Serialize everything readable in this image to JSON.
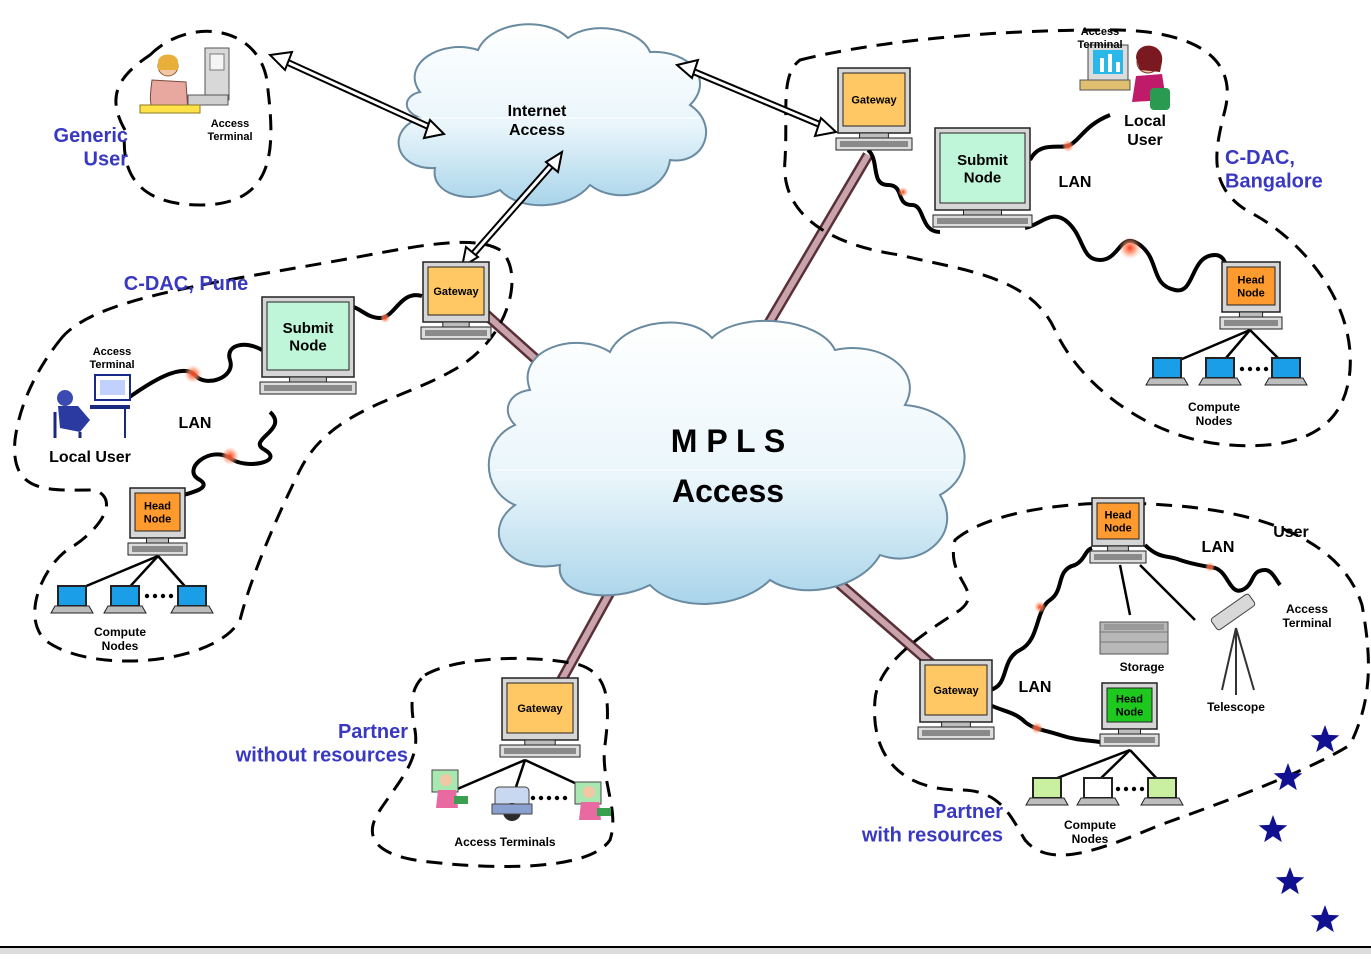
{
  "clouds": {
    "internet": "Internet\nAccess",
    "mpls_line1": "M P L S",
    "mpls_line2": "Access"
  },
  "sites": {
    "generic": {
      "title": "Generic\nUser",
      "terminal": "Access\nTerminal"
    },
    "pune": {
      "title": "C-DAC, Pune",
      "gateway": "Gateway",
      "submit": "Submit\nNode",
      "terminal": "Access\nTerminal",
      "lan": "LAN",
      "local_user": "Local User",
      "head": "Head\nNode",
      "compute": "Compute\nNodes"
    },
    "bangalore": {
      "title": "C-DAC,\nBangalore",
      "gateway": "Gateway",
      "submit": "Submit\nNode",
      "terminal": "Access\nTerminal",
      "local_user": "Local\nUser",
      "lan": "LAN",
      "head": "Head\nNode",
      "compute": "Compute\nNodes"
    },
    "partner_without": {
      "title": "Partner\nwithout resources",
      "gateway": "Gateway",
      "terminals": "Access Terminals"
    },
    "partner_with": {
      "title": "Partner\nwith resources",
      "gateway": "Gateway",
      "head_top": "Head\nNode",
      "lan_top": "LAN",
      "user": "User",
      "terminal": "Access\nTerminal",
      "storage": "Storage",
      "telescope": "Telescope",
      "lan_mid": "LAN",
      "head_green": "Head\nNode",
      "compute": "Compute\nNodes"
    }
  },
  "colors": {
    "site_title": "#3838c0",
    "gateway_screen": "#ffc864",
    "head_screen_orange": "#ff9a2e",
    "head_screen_green": "#1ec81e",
    "submit_screen": "#bff5d8",
    "trunk": "#5a3038",
    "stars": "#101090"
  }
}
